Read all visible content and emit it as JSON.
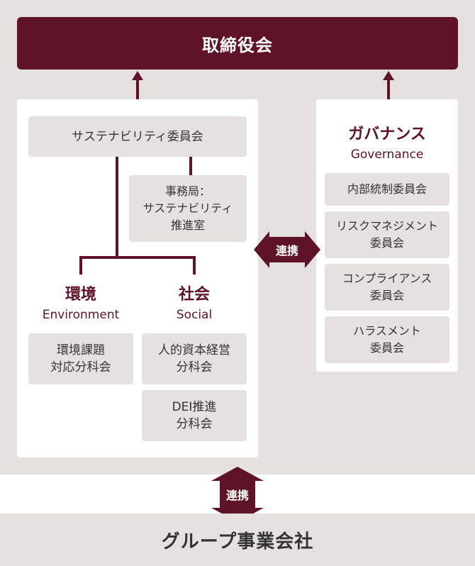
{
  "board": {
    "label": "取締役会"
  },
  "sustainability": {
    "committee": "サステナビリティ委員会",
    "office_line1": "事務局：",
    "office_line2": "サステナビリティ",
    "office_line3": "推進室"
  },
  "environment": {
    "title": "環境",
    "subtitle": "Environment",
    "box_line1": "環境課題",
    "box_line2": "対応分科会"
  },
  "social": {
    "title": "社会",
    "subtitle": "Social",
    "box1_line1": "人的資本経営",
    "box1_line2": "分科会",
    "box2_line1": "DEI推進",
    "box2_line2": "分科会"
  },
  "governance": {
    "title": "ガバナンス",
    "subtitle": "Governance",
    "items": [
      {
        "line1": "内部統制委員会",
        "line2": ""
      },
      {
        "line1": "リスクマネジメント",
        "line2": "委員会"
      },
      {
        "line1": "コンプライアンス",
        "line2": "委員会"
      },
      {
        "line1": "ハラスメント",
        "line2": "委員会"
      }
    ]
  },
  "links": {
    "middle": "連携",
    "bottom": "連携"
  },
  "group": {
    "label": "グループ事業会社"
  },
  "colors": {
    "accent": "#5e1426",
    "panel_bg": "#e6e1e1",
    "white": "#ffffff",
    "text": "#333333"
  }
}
